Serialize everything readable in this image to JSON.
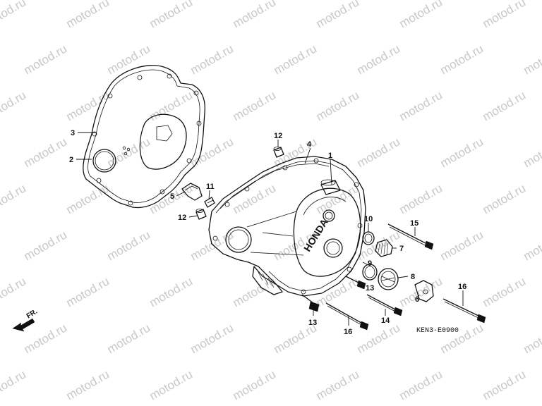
{
  "watermark": "motod.ru",
  "direction_label": "FR.",
  "diagram_code": "KEN3-E0900",
  "brand_mark": "HONDA",
  "callouts": [
    "1",
    "2",
    "3",
    "4",
    "5",
    "6",
    "7",
    "8",
    "9",
    "10",
    "11",
    "12",
    "12",
    "13",
    "13",
    "14",
    "15",
    "16",
    "16"
  ],
  "colors": {
    "line": "#111111",
    "watermark": "#c8c8c8",
    "background": "#ffffff"
  }
}
